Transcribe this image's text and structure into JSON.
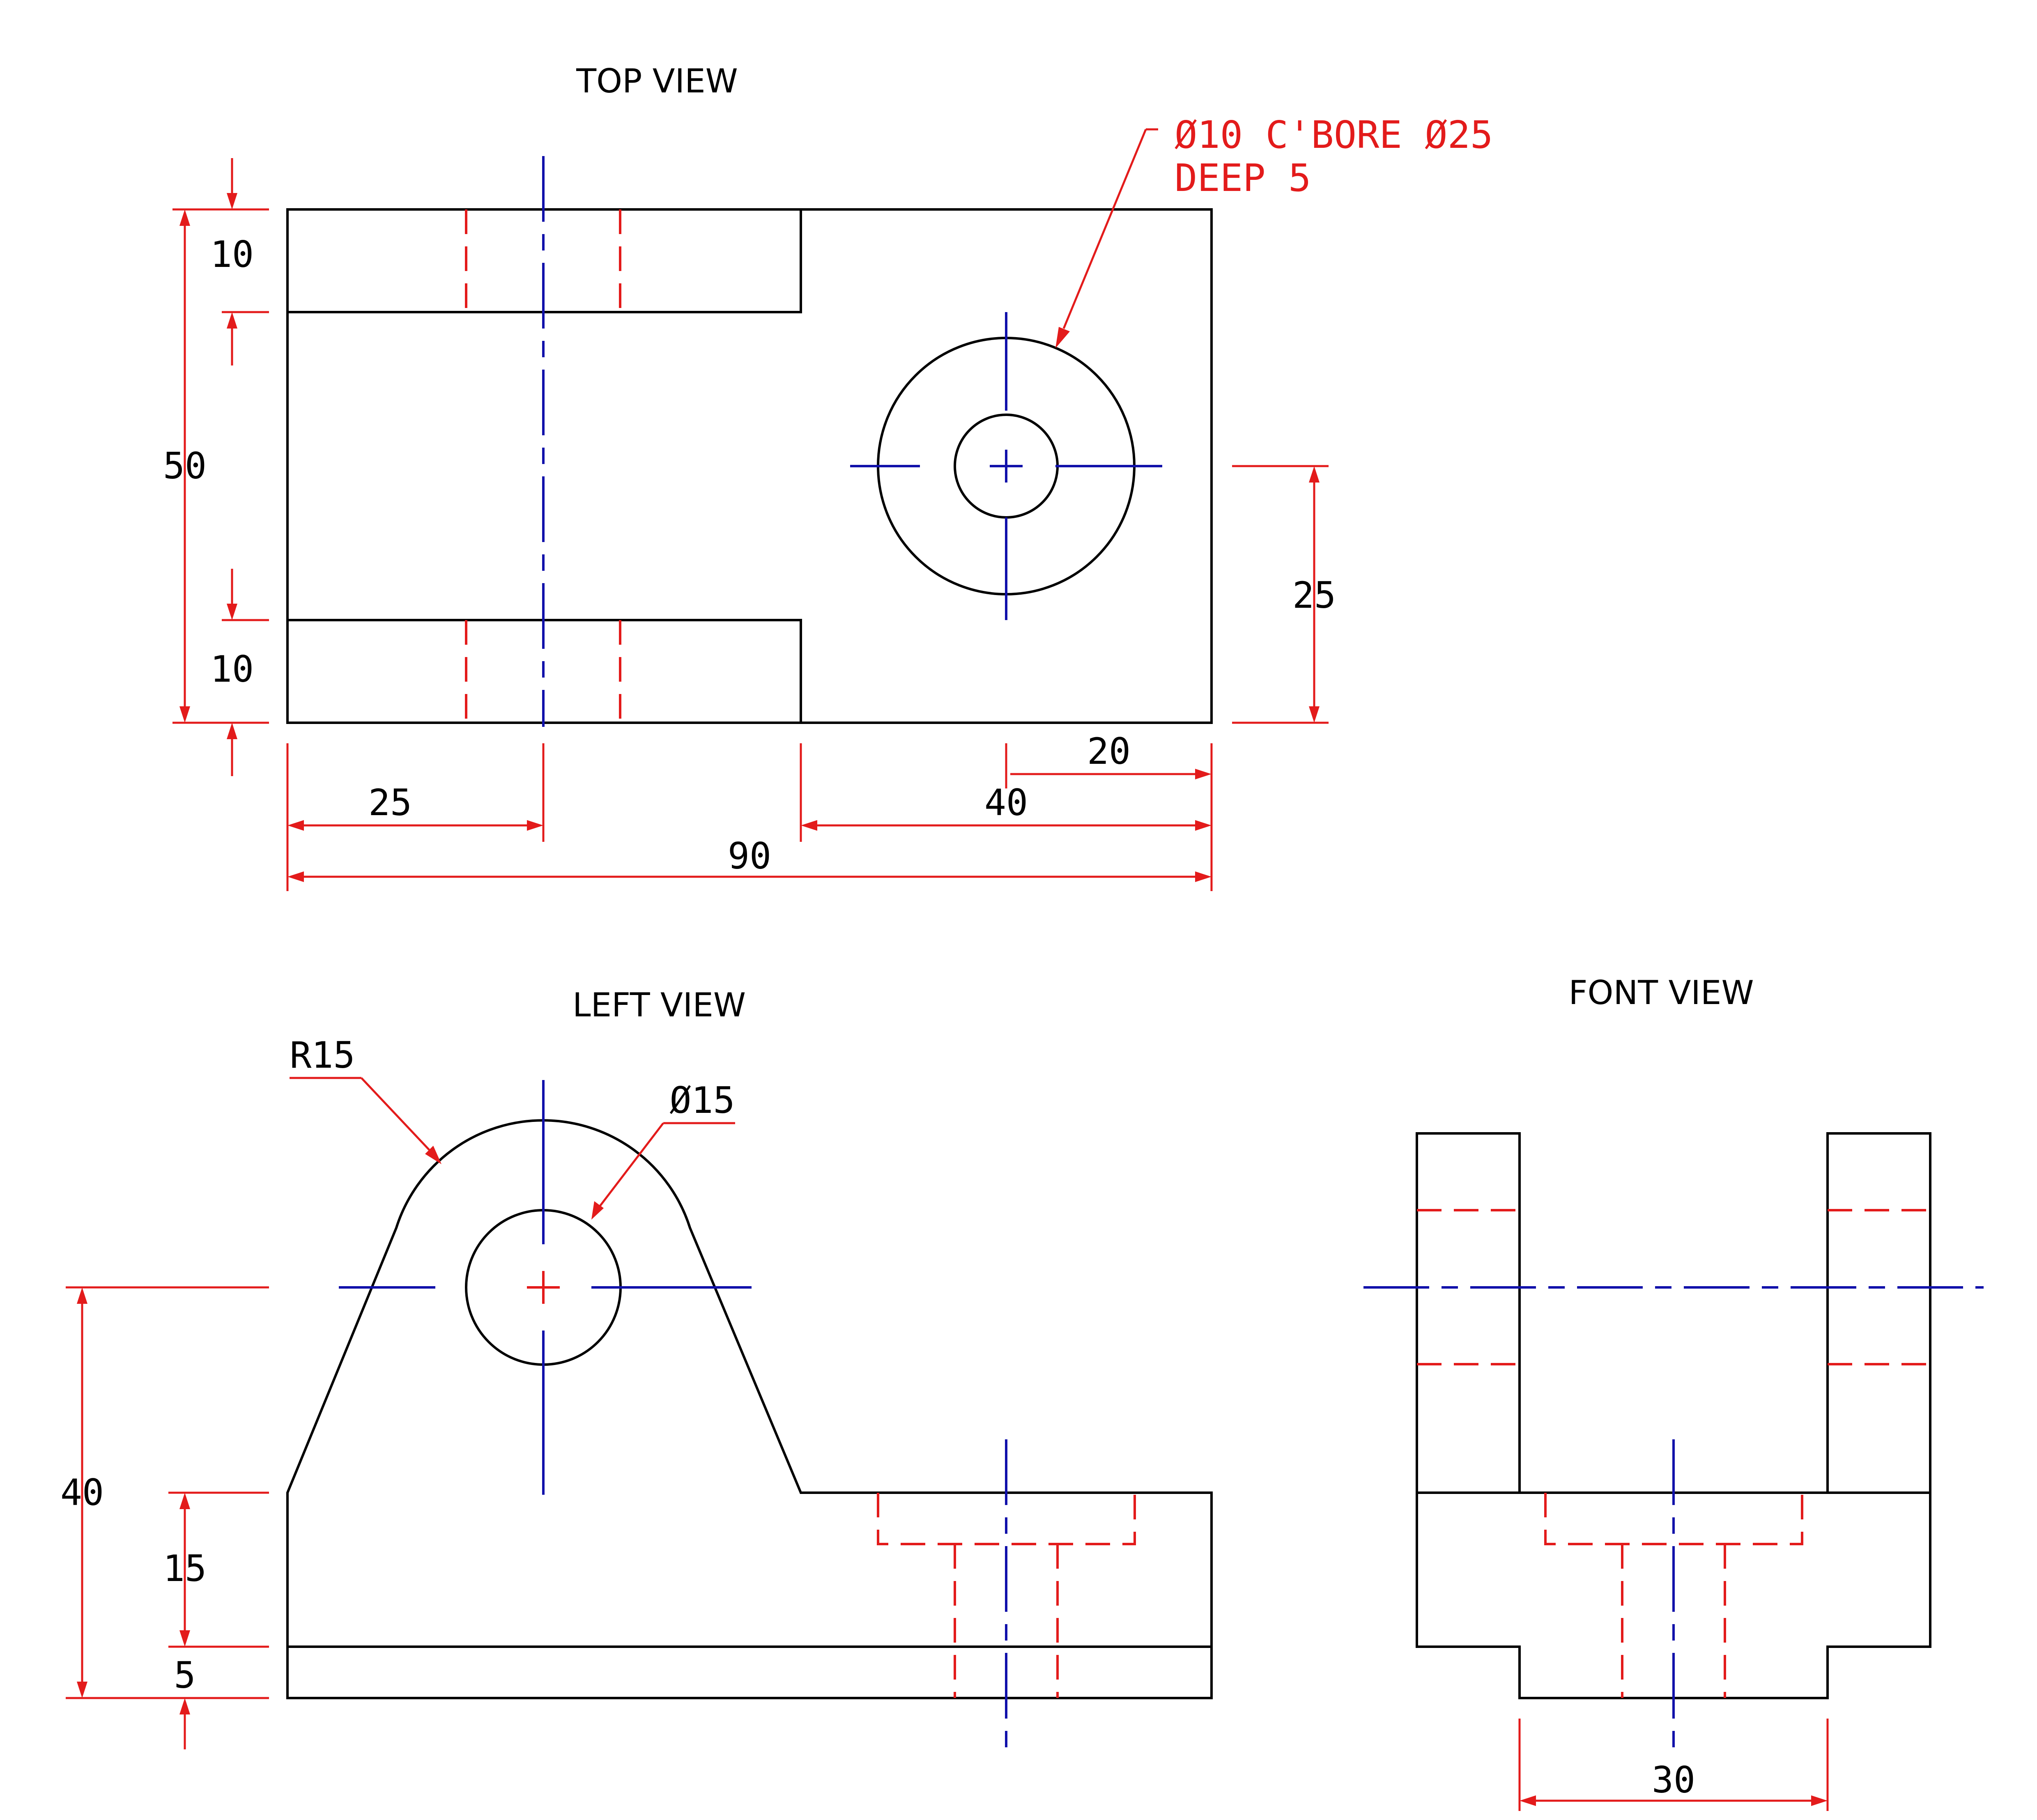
{
  "colors": {
    "outline": "#000000",
    "hidden": "#e31b1b",
    "center": "#1111aa",
    "dimension": "#e31b1b"
  },
  "views": {
    "top": {
      "title": "TOP VIEW",
      "dims": {
        "slot_top": "10",
        "depth": "50",
        "slot_bottom": "10",
        "hole_offset_y": "25",
        "hole_offset_x": "20",
        "slot_center": "25",
        "boss_length": "40",
        "overall_length": "90"
      },
      "note_line1": "Ø10 C'BORE Ø25",
      "note_line2": "DEEP 5"
    },
    "left": {
      "title": "LEFT VIEW",
      "dims": {
        "radius": "R15",
        "pin_hole": "Ø15",
        "center_height": "40",
        "step_height": "15",
        "base_height": "5"
      }
    },
    "front": {
      "title": "FONT VIEW",
      "dims": {
        "base_width": "30"
      }
    }
  }
}
